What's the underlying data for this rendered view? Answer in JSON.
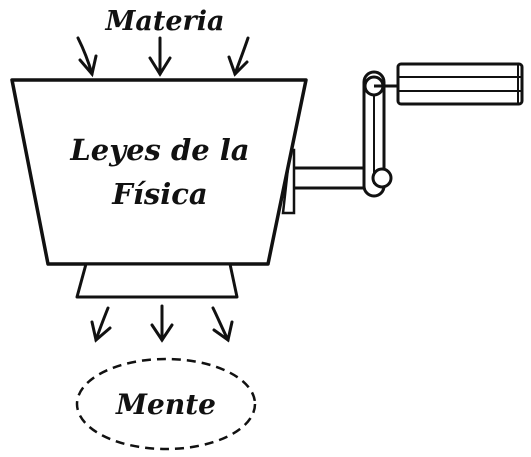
{
  "labels": {
    "top": "Materia",
    "machine_line1": "Leyes de la",
    "machine_line2": "Física",
    "output": "Mente"
  },
  "colors": {
    "ink": "#111111",
    "background": "#ffffff"
  },
  "icons": {
    "input_arrows": "arrow-down-icon",
    "output_arrows": "arrow-down-icon",
    "crank": "crank-handle-icon"
  }
}
